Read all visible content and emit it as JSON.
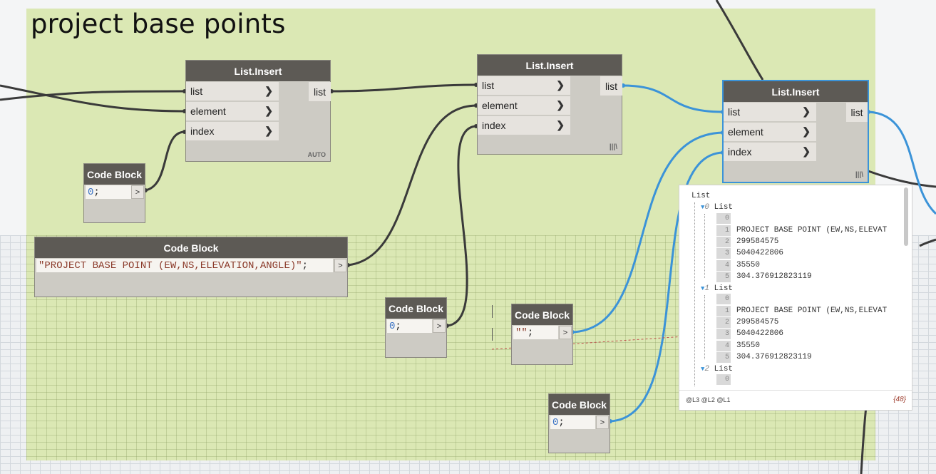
{
  "group": {
    "title": "project base points"
  },
  "nodes": {
    "insert1": {
      "title": "List.Insert",
      "inputs": [
        "list",
        "element",
        "index"
      ],
      "output": "list",
      "lacing": "AUTO"
    },
    "insert2": {
      "title": "List.Insert",
      "inputs": [
        "list",
        "element",
        "index"
      ],
      "output": "list",
      "lacing": "|||\\"
    },
    "insert3": {
      "title": "List.Insert",
      "inputs": [
        "list",
        "element",
        "index"
      ],
      "output": "list",
      "lacing": "|||\\"
    },
    "cb1": {
      "title": "Code Block",
      "code": "0",
      "tail": ";",
      "out": ">"
    },
    "cb2": {
      "title": "Code Block",
      "code": "\"PROJECT BASE POINT (EW,NS,ELEVATION,ANGLE)\"",
      "tail": ";",
      "out": ">"
    },
    "cb3": {
      "title": "Code Block",
      "code": "0",
      "tail": ";",
      "out": ">"
    },
    "cb4": {
      "title": "Code Block",
      "code": "\"\"",
      "tail": ";",
      "out": ">"
    },
    "cb5": {
      "title": "Code Block",
      "code": "0",
      "tail": ";",
      "out": ">"
    }
  },
  "preview": {
    "root": "List",
    "groups": [
      {
        "label": "List",
        "index": "0",
        "items": [
          {
            "i": "0",
            "v": ""
          },
          {
            "i": "1",
            "v": "PROJECT BASE POINT (EW,NS,ELEVAT"
          },
          {
            "i": "2",
            "v": "299584575"
          },
          {
            "i": "3",
            "v": "5040422806"
          },
          {
            "i": "4",
            "v": "35550"
          },
          {
            "i": "5",
            "v": "304.376912823119"
          }
        ]
      },
      {
        "label": "List",
        "index": "1",
        "items": [
          {
            "i": "0",
            "v": ""
          },
          {
            "i": "1",
            "v": "PROJECT BASE POINT (EW,NS,ELEVAT"
          },
          {
            "i": "2",
            "v": "299584575"
          },
          {
            "i": "3",
            "v": "5040422806"
          },
          {
            "i": "4",
            "v": "35550"
          },
          {
            "i": "5",
            "v": "304.376912823119"
          }
        ]
      },
      {
        "label": "List",
        "index": "2",
        "items": [
          {
            "i": "0",
            "v": ""
          }
        ]
      }
    ],
    "levels": [
      "@L3",
      "@L2",
      "@L1"
    ],
    "count": "{48}"
  },
  "colors": {
    "selected": "#3b93d8",
    "wire": "#3a3a3a",
    "wire_selected": "#3b93d8",
    "group": "#dbe8b4"
  }
}
